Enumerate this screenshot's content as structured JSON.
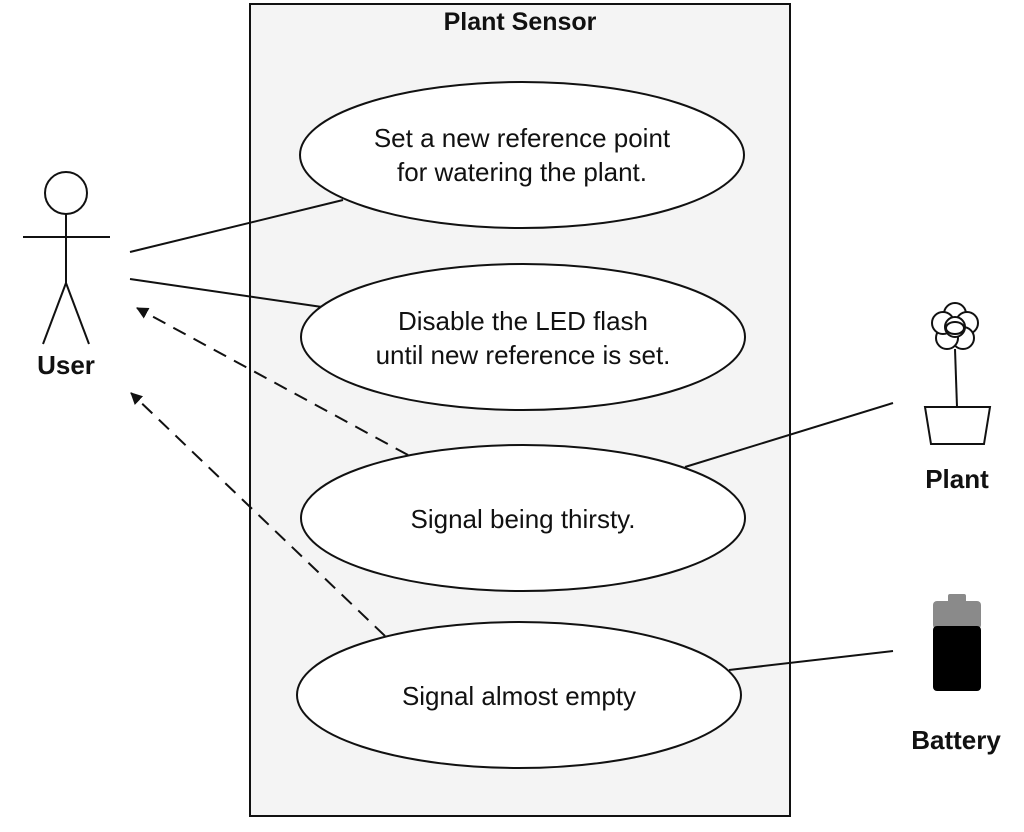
{
  "system": {
    "title": "Plant Sensor"
  },
  "actors": {
    "user": {
      "label": "User",
      "icon": "stick-figure-icon"
    },
    "plant": {
      "label": "Plant",
      "icon": "flower-pot-icon"
    },
    "battery": {
      "label": "Battery",
      "icon": "battery-icon"
    }
  },
  "use_cases": [
    {
      "lines": [
        "Set a new reference point",
        "for watering the plant."
      ]
    },
    {
      "lines": [
        "Disable the LED flash",
        "until new reference is set."
      ]
    },
    {
      "lines": [
        "Signal being thirsty."
      ]
    },
    {
      "lines": [
        "Signal almost empty"
      ]
    }
  ],
  "colors": {
    "boundary_fill": "#f4f4f4",
    "stroke": "#111111",
    "battery_top": "#8a8a8a",
    "battery_body": "#000000"
  }
}
